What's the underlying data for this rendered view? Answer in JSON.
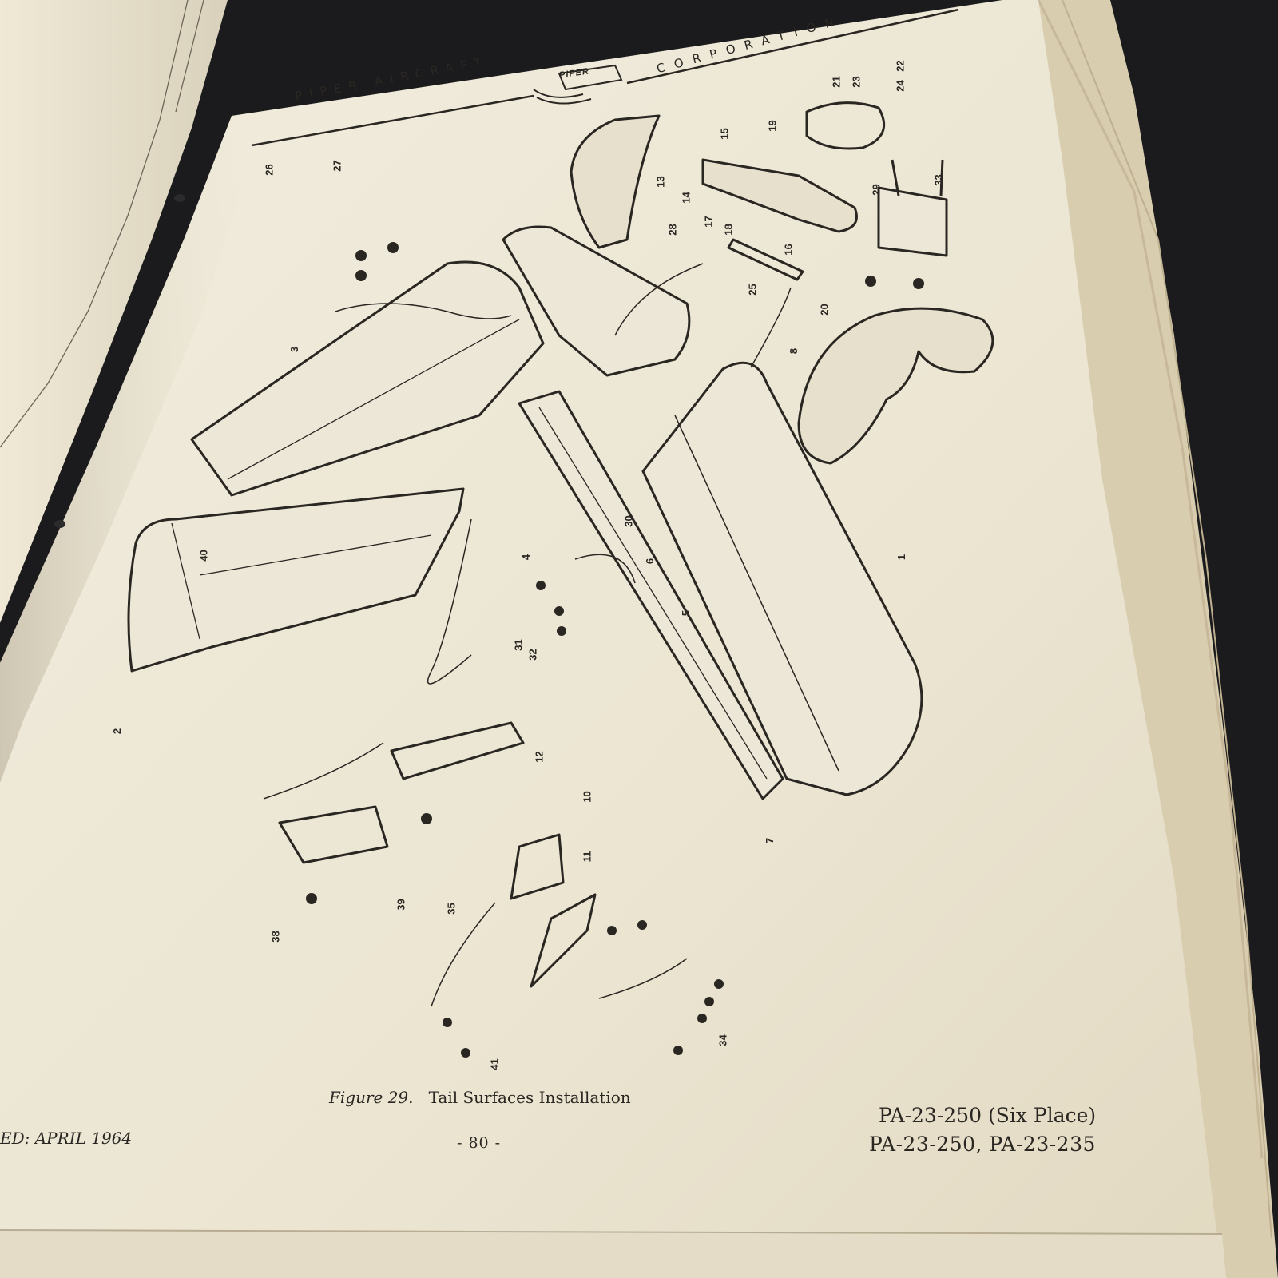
{
  "header": {
    "left_text": "PIPER AIRCRAFT",
    "right_text": "CORPORATION",
    "logo_text": "PIPER"
  },
  "figure": {
    "caption_label": "Figure 29.",
    "caption_title": "Tail Surfaces Installation",
    "callouts": [
      "1",
      "2",
      "3",
      "4",
      "5",
      "6",
      "7",
      "8",
      "10",
      "11",
      "12",
      "13",
      "14",
      "15",
      "16",
      "17",
      "18",
      "19",
      "20",
      "21",
      "22",
      "23",
      "24",
      "25",
      "26",
      "27",
      "28",
      "29",
      "30",
      "31",
      "32",
      "33",
      "34",
      "35",
      "38",
      "39",
      "40",
      "41"
    ]
  },
  "footer": {
    "left_text": "ED:  APRIL 1964",
    "page_number": "- 80 -",
    "model_line_1": "PA-23-250 (Six Place)",
    "model_line_2": "PA-23-250,  PA-23-235"
  },
  "colors": {
    "background": "#1b1b1d",
    "page": "#eee9d9",
    "ink": "#2a2723",
    "page_edge": "#d9cdb0"
  }
}
